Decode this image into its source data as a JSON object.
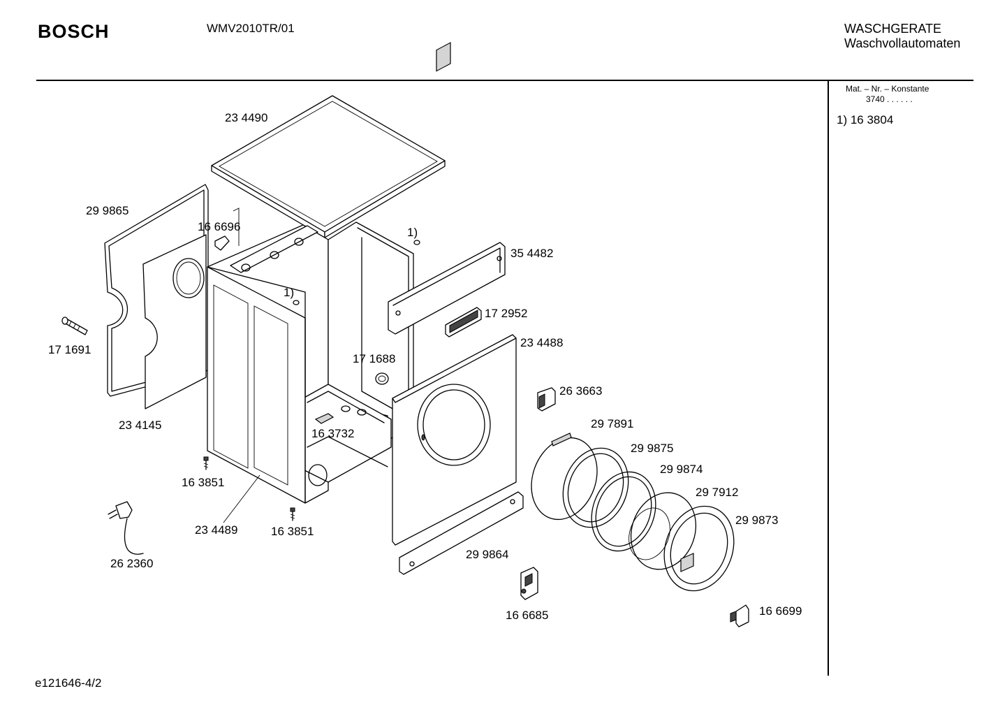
{
  "header": {
    "brand": "BOSCH",
    "model": "WMV2010TR/01",
    "category_line1": "WASCHGERATE",
    "category_line2": "Waschvollautomaten"
  },
  "sidebar": {
    "constant_label": "Mat. – Nr. – Konstante",
    "constant_value": "3740 .  .   .  .  .  .",
    "note": "1)  16 3804"
  },
  "parts": [
    {
      "id": "top_cover",
      "label": "23 4490"
    },
    {
      "id": "gasket_left",
      "label": "29 9865"
    },
    {
      "id": "bracket_top",
      "label": "16 6696"
    },
    {
      "id": "note_1_top",
      "label": "1)"
    },
    {
      "id": "panel_rail",
      "label": "35 4482"
    },
    {
      "id": "note_1_mid",
      "label": "1)"
    },
    {
      "id": "display_module",
      "label": "17 2952"
    },
    {
      "id": "front_panel",
      "label": "23 4488"
    },
    {
      "id": "hose_fitting",
      "label": "17 1691"
    },
    {
      "id": "door_knob",
      "label": "17 1688"
    },
    {
      "id": "door_lock",
      "label": "26 3663"
    },
    {
      "id": "back_panel",
      "label": "23 4145"
    },
    {
      "id": "foot_pad",
      "label": "16 3732"
    },
    {
      "id": "door_ring_1",
      "label": "29 7891"
    },
    {
      "id": "door_ring_2",
      "label": "29 9875"
    },
    {
      "id": "door_ring_3",
      "label": "29 9874"
    },
    {
      "id": "screw_left",
      "label": "16 3851"
    },
    {
      "id": "door_glass",
      "label": "29 7912"
    },
    {
      "id": "door_frame",
      "label": "29 9873"
    },
    {
      "id": "cabinet",
      "label": "23 4489"
    },
    {
      "id": "screw_bottom",
      "label": "16 3851"
    },
    {
      "id": "power_cord",
      "label": "26 2360"
    },
    {
      "id": "kick_plate",
      "label": "29 9864"
    },
    {
      "id": "hinge",
      "label": "16 6685"
    },
    {
      "id": "hook",
      "label": "16 6699"
    }
  ],
  "footer": {
    "doc_id": "e121646-4/2"
  }
}
